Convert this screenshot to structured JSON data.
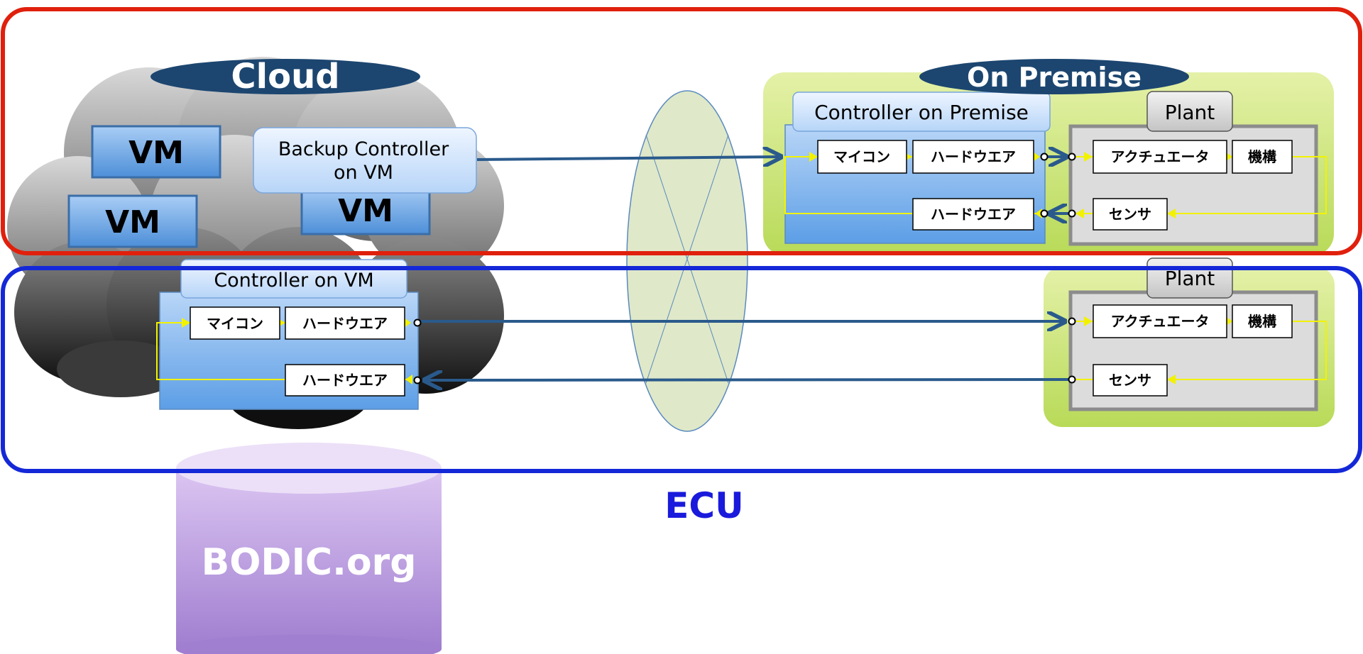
{
  "cloud": {
    "label": "Cloud",
    "vm_label": "VM",
    "backup_controller": {
      "line1": "Backup Controller",
      "line2": "on VM"
    },
    "controller_on_vm": "Controller on VM"
  },
  "on_premise": {
    "label": "On Premise",
    "controller": "Controller on Premise",
    "plant": "Plant"
  },
  "lower_plant": {
    "label": "Plant"
  },
  "blocks": {
    "microcontroller": "マイコン",
    "hardware": "ハードウエア",
    "actuator": "アクチュエータ",
    "mechanism": "機構",
    "sensor": "センサ"
  },
  "ecu_label": "ECU",
  "database_label": "BODIC.org",
  "colors": {
    "red_frame": "#e0200c",
    "blue_frame": "#1428d8",
    "arrow": "#2a5a8c",
    "signal": "#f2f200",
    "green_panel": "#cfe67c",
    "cloud_label_bg": "#1c4670",
    "ecu_text": "#1a1adc"
  }
}
